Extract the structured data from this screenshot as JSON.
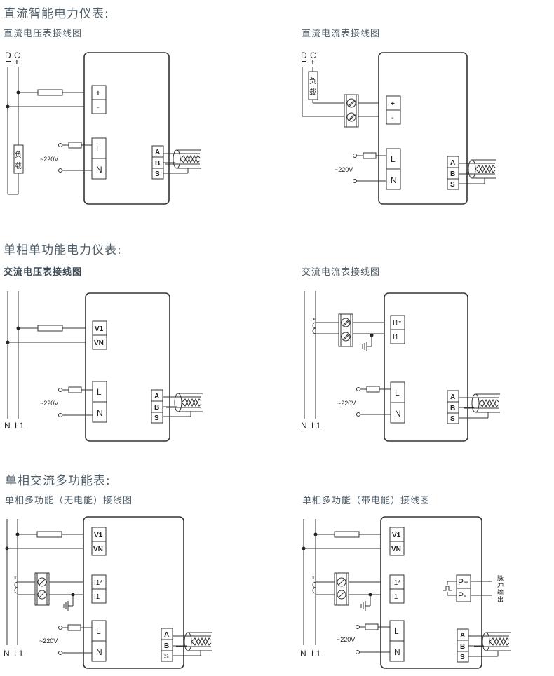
{
  "sections": [
    {
      "title": "直流智能电力仪表:",
      "diagrams": [
        {
          "title": "直流电压表接线图",
          "source_labels": {
            "d": "D",
            "c": "C",
            "minus": "-",
            "plus": "+"
          },
          "load_label": [
            "负",
            "载"
          ],
          "input_terminals": [
            "+",
            "-"
          ],
          "power_terminals": [
            "L",
            "N"
          ],
          "supply_label": "~220V",
          "comm_terminals": [
            "A",
            "B",
            "S"
          ]
        },
        {
          "title": "直流电流表接线图",
          "source_labels": {
            "d": "D",
            "c": "C",
            "minus": "-",
            "plus": "+"
          },
          "load_label": [
            "负",
            "载"
          ],
          "input_terminals": [
            "+",
            "-"
          ],
          "power_terminals": [
            "L",
            "N"
          ],
          "supply_label": "~220V",
          "comm_terminals": [
            "A",
            "B",
            "S"
          ]
        }
      ]
    },
    {
      "title": "单相单功能电力仪表:",
      "diagrams": [
        {
          "title": "交流电压表接线图",
          "line_labels": [
            "N",
            "L1"
          ],
          "input_terminals": [
            "V1",
            "VN"
          ],
          "power_terminals": [
            "L",
            "N"
          ],
          "supply_label": "~220V",
          "comm_terminals": [
            "A",
            "B",
            "S"
          ]
        },
        {
          "title": "交流电流表接线图",
          "line_labels": [
            "N",
            "L1"
          ],
          "ct_mark": "*",
          "input_terminals": [
            "I1*",
            "I1"
          ],
          "power_terminals": [
            "L",
            "N"
          ],
          "supply_label": "~220V",
          "comm_terminals": [
            "A",
            "B",
            "S"
          ]
        }
      ]
    },
    {
      "title": "单相交流多功能表:",
      "diagrams": [
        {
          "title": "单相多功能（无电能）接线图",
          "line_labels": [
            "N",
            "L1"
          ],
          "ct_mark": "*",
          "voltage_terminals": [
            "V1",
            "VN"
          ],
          "current_terminals": [
            "I1*",
            "I1"
          ],
          "power_terminals": [
            "L",
            "N"
          ],
          "supply_label": "~220V",
          "comm_terminals": [
            "A",
            "B",
            "S"
          ]
        },
        {
          "title": "单相多功能（带电能）接线图",
          "line_labels": [
            "N",
            "L1"
          ],
          "ct_mark": "*",
          "voltage_terminals": [
            "V1",
            "VN"
          ],
          "current_terminals": [
            "I1*",
            "I1"
          ],
          "pulse_terminals": [
            "P+",
            "P-"
          ],
          "pulse_label": [
            "脉",
            "冲",
            "输",
            "出"
          ],
          "power_terminals": [
            "L",
            "N"
          ],
          "supply_label": "~220V",
          "comm_terminals": [
            "A",
            "B",
            "S"
          ]
        }
      ]
    }
  ]
}
